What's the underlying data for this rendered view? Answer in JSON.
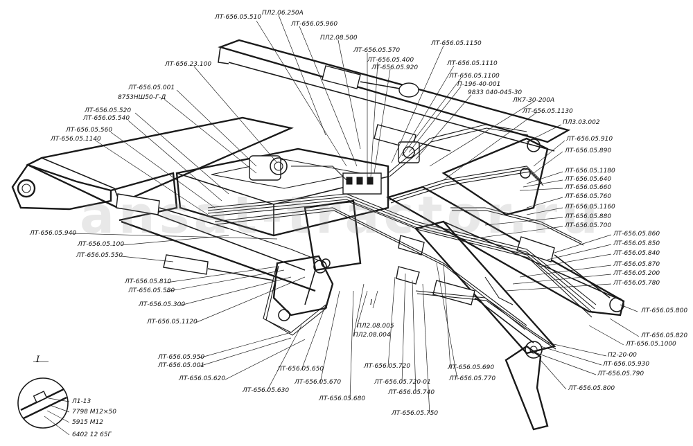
{
  "watermark": "ansat-tractor.ru",
  "detail_view": {
    "id": "I",
    "labels": [
      "Л1-13",
      "7798 М12×50",
      "5915 М12",
      "6402 12 65Г"
    ]
  },
  "labels": [
    "ЛТ-656.05.510",
    "ПЛ2.06.250А",
    "ЛТ-656.05.960",
    "ПЛ2.08.500",
    "ЛТ-656.05.570",
    "ЛТ-656.05.400",
    "ЛТ-656.05.920",
    "ЛТ-656.05.1150",
    "ЛТ-656.05.1110",
    "ЛТ-656.05.1100",
    "П-196-40-001",
    "9833 040-045-30",
    "ЛК7-30-200А",
    "ЛТ-656.05.1130",
    "ПЛ3.03.002",
    "ЛТ-656.23.100",
    "ЛТ-656.05.001",
    "8753НШ50-Г-Д",
    "ЛТ-656.05.520",
    "ЛТ-656.05.540",
    "ЛТ-656.05.560",
    "ЛТ-656.05.1140",
    "ЛТ-656.05.910",
    "ЛТ-656.05.890",
    "ЛТ-656.05.1180",
    "ЛТ-656.05.640",
    "ЛТ-656.05.660",
    "ЛТ-656.05.760",
    "ЛТ-656.05.1160",
    "ЛТ-656.05.880",
    "ЛТ-656.05.700",
    "ЛТ-656.05.940",
    "ЛТ-656.05.100",
    "ЛТ-656.05.550",
    "ЛТ-656.05.860",
    "ЛТ-656.05.850",
    "ЛТ-656.05.840",
    "ЛТ-656.05.870",
    "ЛТ-656.05.200",
    "ЛТ-656.05.780",
    "ЛТ-656.05.810",
    "ЛТ-656.05.580",
    "ЛТ-656.05.300",
    "ЛТ-656.05.1120",
    "ЛТ-656.05.800",
    "ЛТ-656.05.820",
    "ЛТ-656.05.1000",
    "ПЛ2.08.005",
    "ПЛ2.08.004",
    "П2-20-00",
    "ЛТ-656.05.930",
    "ЛТ-656.05.790",
    "ЛТ-656.05.950",
    "ЛТ-656.05.001",
    "ЛТ-656.05.800",
    "ЛТ-656.05.620",
    "ЛТ-656.05.650",
    "ЛТ-656.05.720",
    "ЛТ-656.05.690",
    "ЛТ-656.05.670",
    "ЛТ-656.05.720-01",
    "ЛТ-656.05.770",
    "ЛТ-656.05.630",
    "ЛТ-656.05.740",
    "ЛТ-656.05.680",
    "ЛТ-656.05.750",
    "I"
  ]
}
